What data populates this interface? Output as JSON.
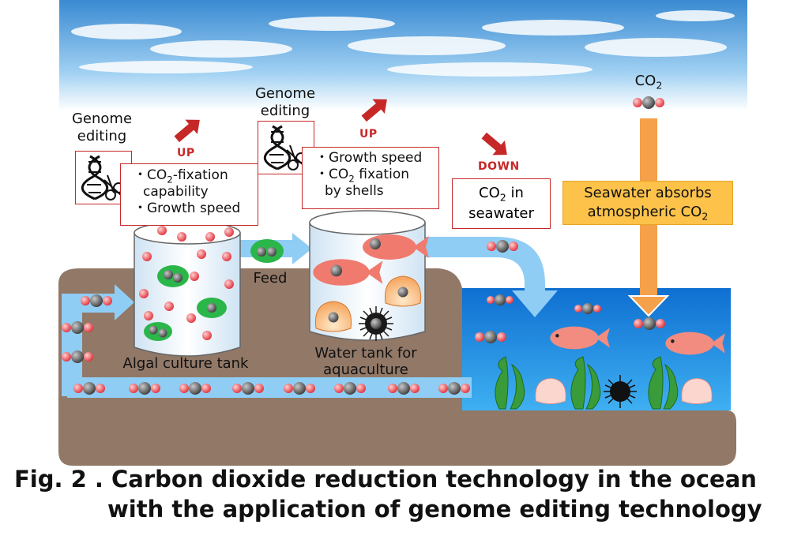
{
  "labels": {
    "genome_editing_1": "Genome editing",
    "genome_editing_2": "Genome editing",
    "up_1": "UP",
    "up_2": "UP",
    "down": "DOWN",
    "box1_line1_pre": "CO",
    "box1_line1_sub": "2",
    "box1_line1_post": "-fixation",
    "box1_line2": "capability",
    "box1_line3": "Growth speed",
    "box2_line1": "Growth speed",
    "box2_line2_pre": "CO",
    "box2_line2_sub": "2",
    "box2_line2_post": " fixation",
    "box2_line3": "by shells",
    "co2_seawater_pre": "CO",
    "co2_seawater_sub": "2",
    "co2_seawater_post": " in",
    "co2_seawater_line2": "seawater",
    "co2_top_pre": "CO",
    "co2_top_sub": "2",
    "absorb_line1": "Seawater absorbs",
    "absorb_line2_pre": "atmospheric CO",
    "absorb_line2_sub": "2",
    "feed": "Feed",
    "algal_tank": "Algal culture tank",
    "water_tank_line1": "Water tank for",
    "water_tank_line2": "aquaculture"
  },
  "caption": {
    "line1": "Fig. 2 .  Carbon dioxide reduction technology in the ocean",
    "line2": "with the application of genome editing technology"
  },
  "colors": {
    "sky_top": "#3f8fd6",
    "ground": "#907866",
    "sea": "#1f8fe0",
    "pipe": "#8fcdf5",
    "warning_red": "#c62828",
    "orange_arrow": "#f5a04a",
    "callout_yellow": "#fcc24a",
    "algae_green": "#2bb64a",
    "co2_red": "#e8484e",
    "co2_gray": "#6e6e6e"
  }
}
